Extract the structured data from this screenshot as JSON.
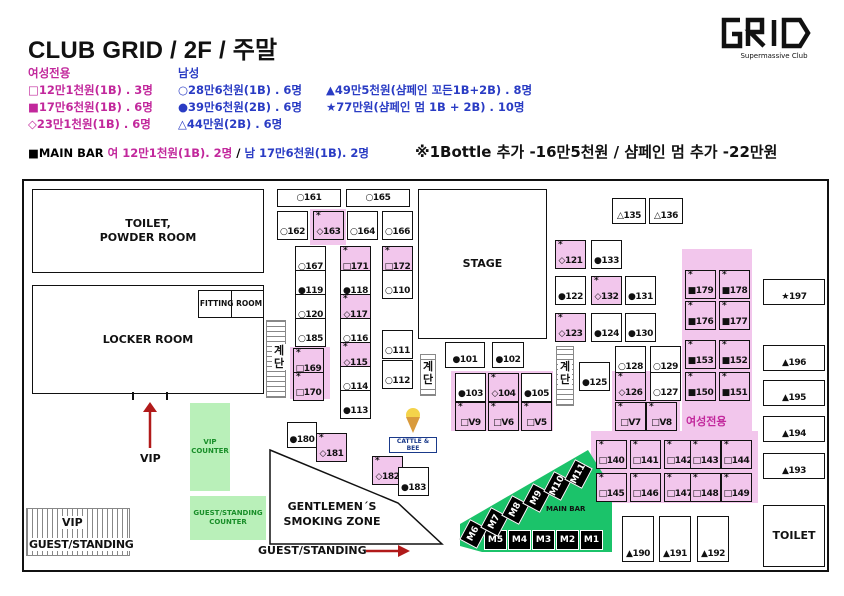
{
  "title": "CLUB GRID / 2F / 주말",
  "logo": {
    "text": "GRID",
    "subtitle": "Supermassive Club"
  },
  "legend": {
    "female_header": "여성전용",
    "female": [
      {
        "text": "□12만1천원(1B) . 3명",
        "color": "#c2289c"
      },
      {
        "text": "■17만6천원(1B) . 6명",
        "color": "#c2289c"
      },
      {
        "text": "◇23만1천원(1B) . 6명",
        "color": "#c2289c"
      }
    ],
    "male_header": "남성",
    "male": [
      {
        "text": "○28만6천원(1B) . 6명",
        "color": "#2a3cc4"
      },
      {
        "text": "●39만6천원(2B) . 6명",
        "color": "#2a3cc4"
      },
      {
        "text": "△44만원(2B) . 6명",
        "color": "#2a3cc4"
      }
    ],
    "male2": [
      {
        "text": "▲49만5천원(샴페인 꼬든1B+2B) . 8명",
        "color": "#2a3cc4"
      },
      {
        "text": "★77만원(샴페인 멈 1B + 2B) . 10명",
        "color": "#2a3cc4"
      }
    ],
    "mainbar_label": "■MAIN BAR",
    "mainbar_female": " 여 12만1천원(1B). 2명",
    "mainbar_sep": " / ",
    "mainbar_male": "남 17만6천원(1B). 2명",
    "extra": "※1Bottle 추가 -16만5천원 / 샴페인 멈 추가 -22만원"
  },
  "rooms": {
    "toilet_powder": "TOILET,\nPOWDER ROOM",
    "fitting": "FITTING ROOM",
    "locker": "LOCKER ROOM",
    "stage": "STAGE",
    "smoking": "GENTLEMEN´S\nSMOKING ZONE",
    "toilet_right": "TOILET",
    "vip_label": "VIP",
    "vip_counter": "VIP\nCOUNTER",
    "guest_counter": "GUEST/STANDING\nCOUNTER",
    "guest_arrow": "GUEST/STANDING",
    "vip_box": "VIP",
    "guest_box": "GUEST/STANDING",
    "stairs": "계\n단",
    "female_zone": "여성전용",
    "main_bar": "MAIN BAR",
    "cattle": "CATTLE & BEE"
  },
  "tables": [
    {
      "id": "t161",
      "label": "○161",
      "pink": false
    },
    {
      "id": "t165",
      "label": "○165",
      "pink": false
    },
    {
      "id": "t162",
      "label": "○162",
      "pink": false
    },
    {
      "id": "t163",
      "label": "◇163",
      "pink": true
    },
    {
      "id": "t164",
      "label": "○164",
      "pink": false
    },
    {
      "id": "t166",
      "label": "○166",
      "pink": false
    },
    {
      "id": "t167",
      "label": "○167",
      "pink": false
    },
    {
      "id": "t171",
      "label": "□171",
      "pink": true
    },
    {
      "id": "t172",
      "label": "□172",
      "pink": true
    },
    {
      "id": "t119",
      "label": "●119",
      "pink": false
    },
    {
      "id": "t118",
      "label": "●118",
      "pink": false
    },
    {
      "id": "t110",
      "label": "○110",
      "pink": false
    },
    {
      "id": "t120",
      "label": "○120",
      "pink": false
    },
    {
      "id": "t117",
      "label": "◇117",
      "pink": true
    },
    {
      "id": "t185",
      "label": "○185",
      "pink": false
    },
    {
      "id": "t116",
      "label": "○116",
      "pink": false
    },
    {
      "id": "t111",
      "label": "○111",
      "pink": false
    },
    {
      "id": "t169",
      "label": "□169",
      "pink": true
    },
    {
      "id": "t115",
      "label": "◇115",
      "pink": true
    },
    {
      "id": "t170",
      "label": "□170",
      "pink": true
    },
    {
      "id": "t114",
      "label": "○114",
      "pink": false
    },
    {
      "id": "t112",
      "label": "○112",
      "pink": false
    },
    {
      "id": "t113",
      "label": "●113",
      "pink": false
    },
    {
      "id": "t180",
      "label": "●180",
      "pink": false
    },
    {
      "id": "t181",
      "label": "◇181",
      "pink": true
    },
    {
      "id": "t182",
      "label": "◇182",
      "pink": true
    },
    {
      "id": "t183",
      "label": "●183",
      "pink": false
    },
    {
      "id": "t101",
      "label": "●101",
      "pink": false
    },
    {
      "id": "t102",
      "label": "●102",
      "pink": false
    },
    {
      "id": "t103",
      "label": "●103",
      "pink": false
    },
    {
      "id": "t104",
      "label": "◇104",
      "pink": true
    },
    {
      "id": "t105",
      "label": "●105",
      "pink": false
    },
    {
      "id": "tV9",
      "label": "□V9",
      "pink": true
    },
    {
      "id": "tV6",
      "label": "□V6",
      "pink": true
    },
    {
      "id": "tV5",
      "label": "□V5",
      "pink": true
    },
    {
      "id": "t121",
      "label": "◇121",
      "pink": true
    },
    {
      "id": "t133",
      "label": "●133",
      "pink": false
    },
    {
      "id": "t122",
      "label": "●122",
      "pink": false
    },
    {
      "id": "t132",
      "label": "◇132",
      "pink": true
    },
    {
      "id": "t131",
      "label": "●131",
      "pink": false
    },
    {
      "id": "t123",
      "label": "◇123",
      "pink": true
    },
    {
      "id": "t124",
      "label": "●124",
      "pink": false
    },
    {
      "id": "t130",
      "label": "●130",
      "pink": false
    },
    {
      "id": "t128",
      "label": "○128",
      "pink": false
    },
    {
      "id": "t129",
      "label": "○129",
      "pink": false
    },
    {
      "id": "t125",
      "label": "●125",
      "pink": false
    },
    {
      "id": "t126",
      "label": "◇126",
      "pink": true
    },
    {
      "id": "t127",
      "label": "○127",
      "pink": false
    },
    {
      "id": "tV7",
      "label": "□V7",
      "pink": true
    },
    {
      "id": "tV8",
      "label": "□V8",
      "pink": true
    },
    {
      "id": "t135",
      "label": "△135",
      "pink": false
    },
    {
      "id": "t136",
      "label": "△136",
      "pink": false
    },
    {
      "id": "t179",
      "label": "■179",
      "pink": true
    },
    {
      "id": "t178",
      "label": "■178",
      "pink": true
    },
    {
      "id": "t176",
      "label": "■176",
      "pink": true
    },
    {
      "id": "t177",
      "label": "■177",
      "pink": true
    },
    {
      "id": "t153",
      "label": "■153",
      "pink": true
    },
    {
      "id": "t152",
      "label": "■152",
      "pink": true
    },
    {
      "id": "t150",
      "label": "■150",
      "pink": true
    },
    {
      "id": "t151",
      "label": "■151",
      "pink": true
    },
    {
      "id": "t140",
      "label": "□140",
      "pink": true
    },
    {
      "id": "t141",
      "label": "□141",
      "pink": true
    },
    {
      "id": "t142",
      "label": "□142",
      "pink": true
    },
    {
      "id": "t143",
      "label": "□143",
      "pink": true
    },
    {
      "id": "t144",
      "label": "□144",
      "pink": true
    },
    {
      "id": "t145",
      "label": "□145",
      "pink": true
    },
    {
      "id": "t146",
      "label": "□146",
      "pink": true
    },
    {
      "id": "t147",
      "label": "□147",
      "pink": true
    },
    {
      "id": "t148",
      "label": "□148",
      "pink": true
    },
    {
      "id": "t149",
      "label": "□149",
      "pink": true
    },
    {
      "id": "t190",
      "label": "▲190",
      "pink": false
    },
    {
      "id": "t191",
      "label": "▲191",
      "pink": false
    },
    {
      "id": "t192",
      "label": "▲192",
      "pink": false
    },
    {
      "id": "t197",
      "label": "★197",
      "pink": false
    },
    {
      "id": "t196",
      "label": "▲196",
      "pink": false
    },
    {
      "id": "t195",
      "label": "▲195",
      "pink": false
    },
    {
      "id": "t194",
      "label": "▲194",
      "pink": false
    },
    {
      "id": "t193",
      "label": "▲193",
      "pink": false
    }
  ],
  "main_bar_tables": {
    "row1": [
      "M5",
      "M4",
      "M3",
      "M2",
      "M1"
    ],
    "diag": [
      "M6",
      "M7",
      "M8",
      "M9",
      "M10",
      "M11"
    ]
  },
  "colors": {
    "pink": "#f2c6ec",
    "green": "#b9f0b9",
    "female_text": "#c2289c",
    "male_text": "#2a3cc4",
    "arrow_red": "#b11a1a"
  }
}
